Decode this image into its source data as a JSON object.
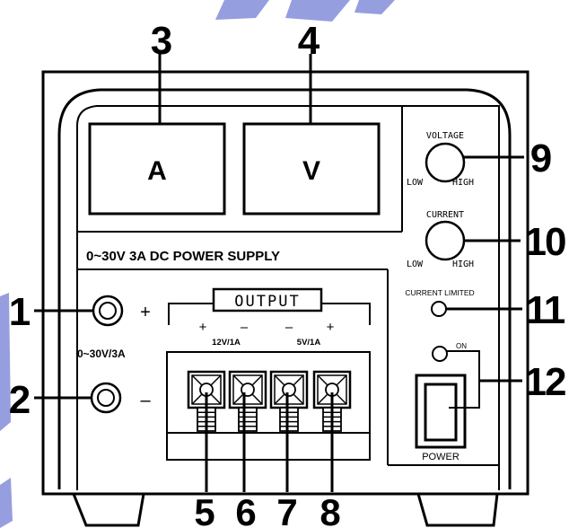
{
  "callouts": [
    "1",
    "2",
    "3",
    "4",
    "5",
    "6",
    "7",
    "8",
    "9",
    "10",
    "11",
    "12"
  ],
  "meters": {
    "ammeter": "A",
    "voltmeter": "V"
  },
  "panel_title": "0~30V 3A DC POWER SUPPLY",
  "knobs": {
    "voltage": {
      "label": "VOLTAGE",
      "low": "LOW",
      "high": "HIGH"
    },
    "current": {
      "label": "CURRENT",
      "low": "LOW",
      "high": "HIGH"
    }
  },
  "current_limited_label": "CURRENT LIMITED",
  "power": {
    "on_label": "ON",
    "switch_label": "POWER"
  },
  "main_output": {
    "plus": "+",
    "minus": "–",
    "rating": "0~30V/3A"
  },
  "output_box": {
    "title": "OUTPUT",
    "signs": [
      "+",
      "–",
      "–",
      "+"
    ],
    "ratings": [
      "12V/1A",
      "5V/1A"
    ]
  },
  "colors": {
    "ink": "#000000",
    "watermark": "#3f4fc4",
    "background": "#ffffff"
  }
}
